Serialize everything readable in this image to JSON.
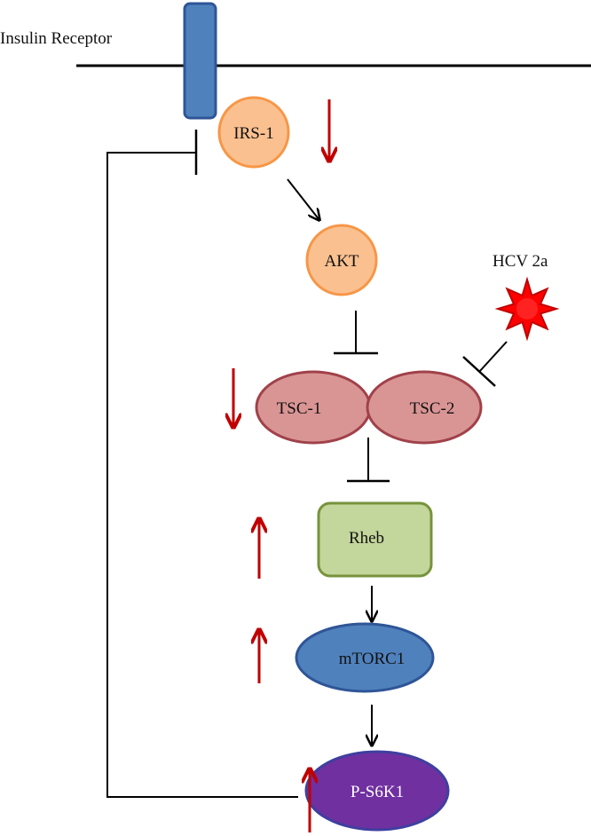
{
  "labels": {
    "insulin_receptor": "Insulin Receptor",
    "irs1": "IRS-1",
    "akt": "AKT",
    "hcv": "HCV 2a",
    "tsc1": "TSC-1",
    "tsc2": "TSC-2",
    "rheb": "Rheb",
    "mtorc1": "mTORC1",
    "ps6k1": "P-S6K1"
  },
  "colors": {
    "receptor_fill": "#4f81bd",
    "receptor_stroke": "#2f5597",
    "orange_fill": "#fac090",
    "orange_stroke": "#f79646",
    "tsc_fill": "#d99594",
    "tsc_stroke": "#a0414a",
    "rheb_fill": "#c3d69b",
    "rheb_stroke": "#77933c",
    "mtorc1_fill": "#4f81bd",
    "mtorc1_stroke": "#2f5597",
    "ps6k1_fill": "#7030a0",
    "ps6k1_stroke": "#3f3f9f",
    "star_fill": "#ff0000",
    "star_stroke": "#c00000",
    "regulation_arrow": "#c00000",
    "line": "#000000"
  }
}
